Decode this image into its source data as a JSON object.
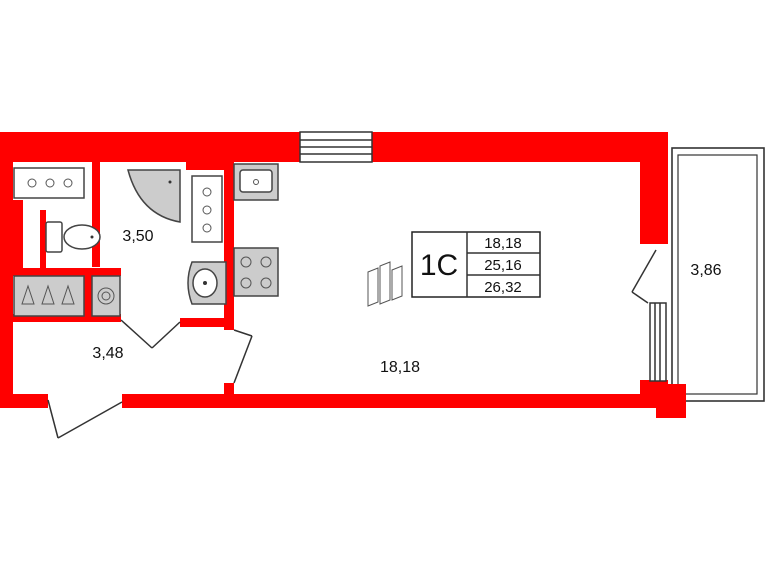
{
  "plan": {
    "apartment_type": "1С",
    "areas": {
      "living": "18,18",
      "total": "25,16",
      "total_with_balcony": "26,32"
    },
    "rooms": {
      "bathroom": "3,50",
      "hallway": "3,48",
      "main_room": "18,18",
      "balcony": "3,86"
    }
  },
  "colors": {
    "wall": "#ff0000",
    "fixture_fill": "#cccccc",
    "line": "#333333",
    "background": "#ffffff"
  }
}
